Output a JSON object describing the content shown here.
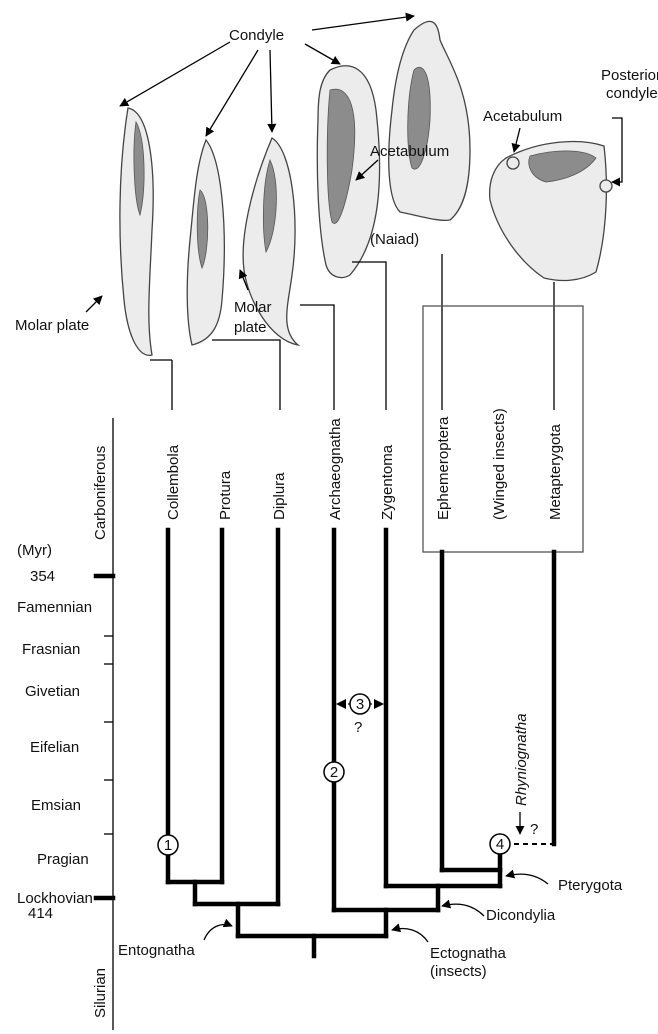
{
  "labels": {
    "condyle": "Condyle",
    "posterior_condyle_1": "Posterior",
    "posterior_condyle_2": "condyle",
    "acetabulum_left": "Acetabulum",
    "acetabulum_right": "Acetabulum",
    "naiad": "(Naiad)",
    "molar_plate_left": "Molar plate",
    "molar_plate_mid_1": "Molar",
    "molar_plate_mid_2": "plate"
  },
  "taxa": [
    "Collembola",
    "Protura",
    "Diplura",
    "Archaeognatha",
    "Zygentoma",
    "Ephemeroptera",
    "(Winged insects)",
    "Metapterygota"
  ],
  "timescale": {
    "periods": [
      "Carboniferous",
      "Silurian"
    ],
    "unit": "(Myr)",
    "age_top": "354",
    "age_bottom": "414",
    "stages": [
      "Famennian",
      "Frasnian",
      "Givetian",
      "Eifelian",
      "Emsian",
      "Pragian",
      "Lockhovian"
    ]
  },
  "markers": [
    "1",
    "2",
    "3",
    "4"
  ],
  "question_mark": "?",
  "fossil_label": "Rhyniognatha",
  "clades": {
    "pterygota": "Pterygota",
    "dicondylia": "Dicondylia",
    "entognatha": "Entognatha",
    "ectognatha_1": "Ectognatha",
    "ectognatha_2": "(insects)"
  }
}
